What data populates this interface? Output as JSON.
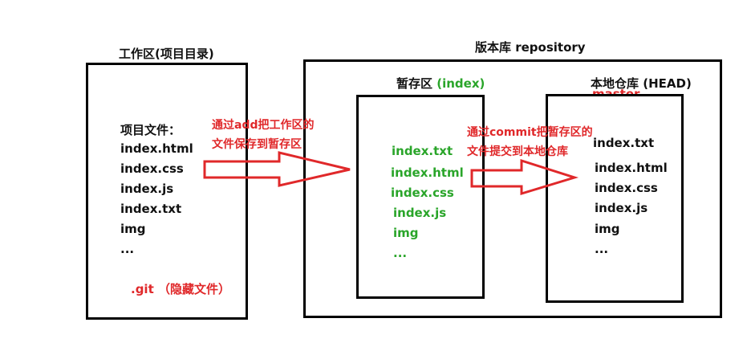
{
  "workspace": {
    "title": "工作区(项目目录)",
    "files_header": "项目文件：",
    "files": [
      "index.html",
      "index.css",
      "index.js",
      "index.txt",
      "img",
      "..."
    ],
    "git_note": ".git  （隐藏文件）"
  },
  "repository": {
    "title": "版本库 repository"
  },
  "stage": {
    "title_prefix": "暂存区 ",
    "title_suffix": "(index)",
    "files": [
      "index.txt",
      "index.html",
      "index.css",
      "index.js",
      "img",
      "..."
    ]
  },
  "local": {
    "title": "本地仓库 (HEAD)",
    "branch": "master",
    "files": [
      "index.txt",
      "index.html",
      "index.css",
      "index.js",
      "img",
      "..."
    ]
  },
  "arrows": {
    "add_note_line1": "通过add把工作区的",
    "add_note_line2": "文件保存到暂存区",
    "commit_note_line1": "通过commit把暂存区的",
    "commit_note_line2": "文件提交到本地仓库"
  },
  "colors": {
    "stage_files": "#2aa52a",
    "annotations": "#e0282a",
    "border": "#000000"
  }
}
